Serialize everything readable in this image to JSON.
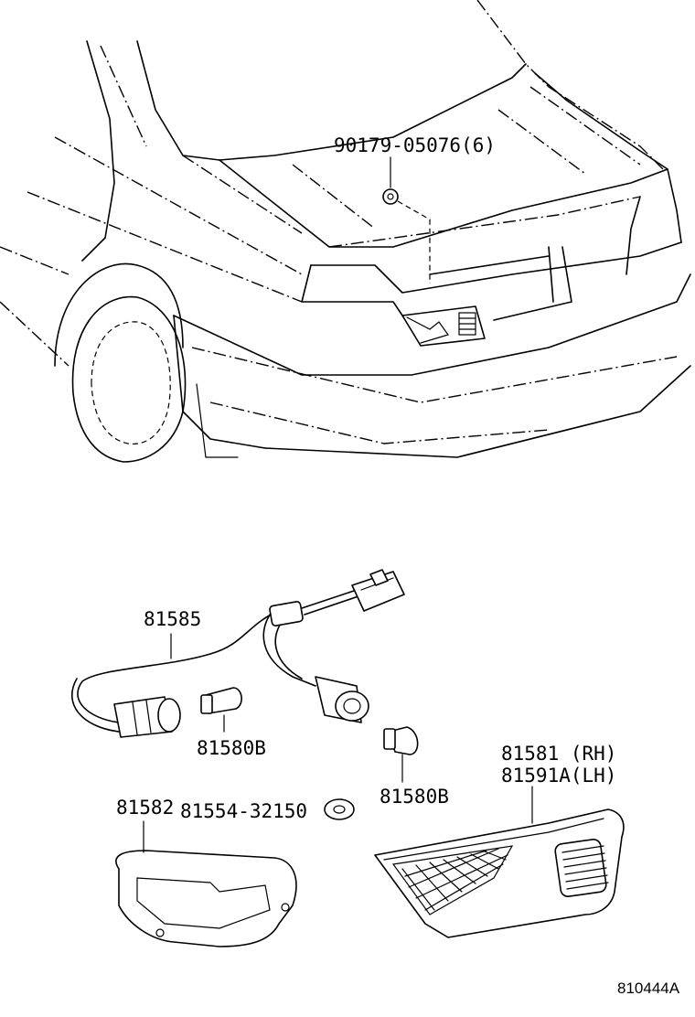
{
  "diagram": {
    "labels": {
      "nut": "90179-05076(6)",
      "harness": "81585",
      "bulb_left": "81580B",
      "bulb_right": "81580B",
      "lamp_rh": "81581 (RH)",
      "lamp_lh": "81591A(LH)",
      "gasket": "81582",
      "seal": "81554-32150"
    },
    "figure_code": "810444A"
  }
}
